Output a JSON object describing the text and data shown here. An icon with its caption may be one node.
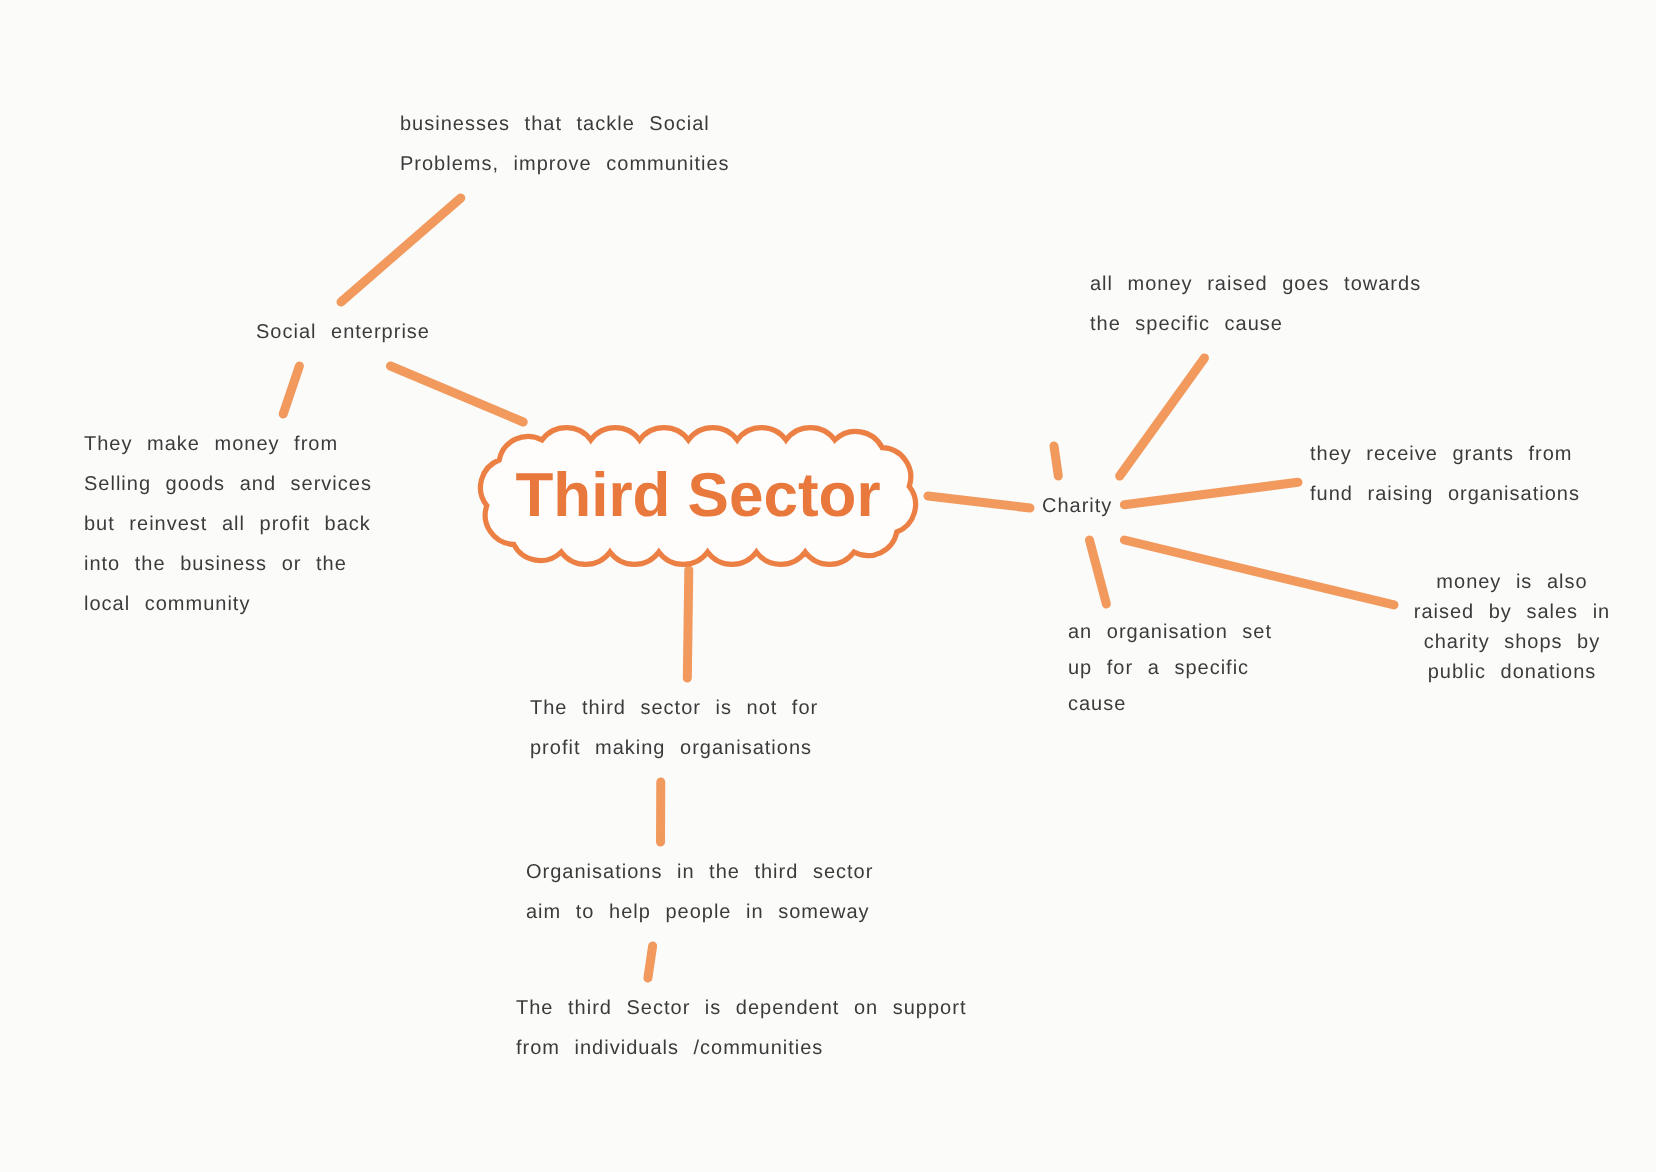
{
  "diagram": {
    "nodes": [
      {
        "text": [
          "businesses that tackle Social Problems, improve communities"
        ]
      },
      {
        "text": [
          "all money raised goes towards the specific cause"
        ]
      },
      {
        "text": [
          "Social enterprise"
        ]
      },
      {
        "text": [
          "They make money from Selling goods and services but reinvest all profit back into the business or the local community"
        ]
      },
      {
        "text": [
          "Third Sector"
        ]
      },
      {
        "text": [
          "Charity"
        ]
      },
      {
        "text": [
          "they receive grants from fund raising organisations"
        ]
      },
      {
        "text": [
          "money is also raised by sales in charity shops by public donations"
        ]
      },
      {
        "text": [
          "an organisation set up for a specific cause"
        ]
      },
      {
        "text": [
          "The third sector is not for profit making organisations"
        ]
      },
      {
        "text": [
          "Organisations in the third sector aim to help people in someway"
        ]
      },
      {
        "text": [
          "The third Sector is dependent on support from individuals /communities"
        ]
      }
    ],
    "edges": [
      {
        "from": 4,
        "to": 2,
        "arrow": "none"
      },
      {
        "from": 2,
        "to": 0,
        "arrow": "none"
      },
      {
        "from": 2,
        "to": 3,
        "arrow": "none"
      },
      {
        "from": 4,
        "to": 5,
        "arrow": "none"
      },
      {
        "from": 5,
        "to": 1,
        "arrow": "none"
      },
      {
        "from": 5,
        "to": null,
        "arrow": "none"
      },
      {
        "from": 5,
        "to": 6,
        "arrow": "none"
      },
      {
        "from": 5,
        "to": 7,
        "arrow": "none"
      },
      {
        "from": 5,
        "to": 8,
        "arrow": "none"
      },
      {
        "from": 4,
        "to": 9,
        "arrow": "none"
      },
      {
        "from": 9,
        "to": 10,
        "arrow": "none"
      },
      {
        "from": 10,
        "to": 11,
        "arrow": "none"
      }
    ]
  }
}
